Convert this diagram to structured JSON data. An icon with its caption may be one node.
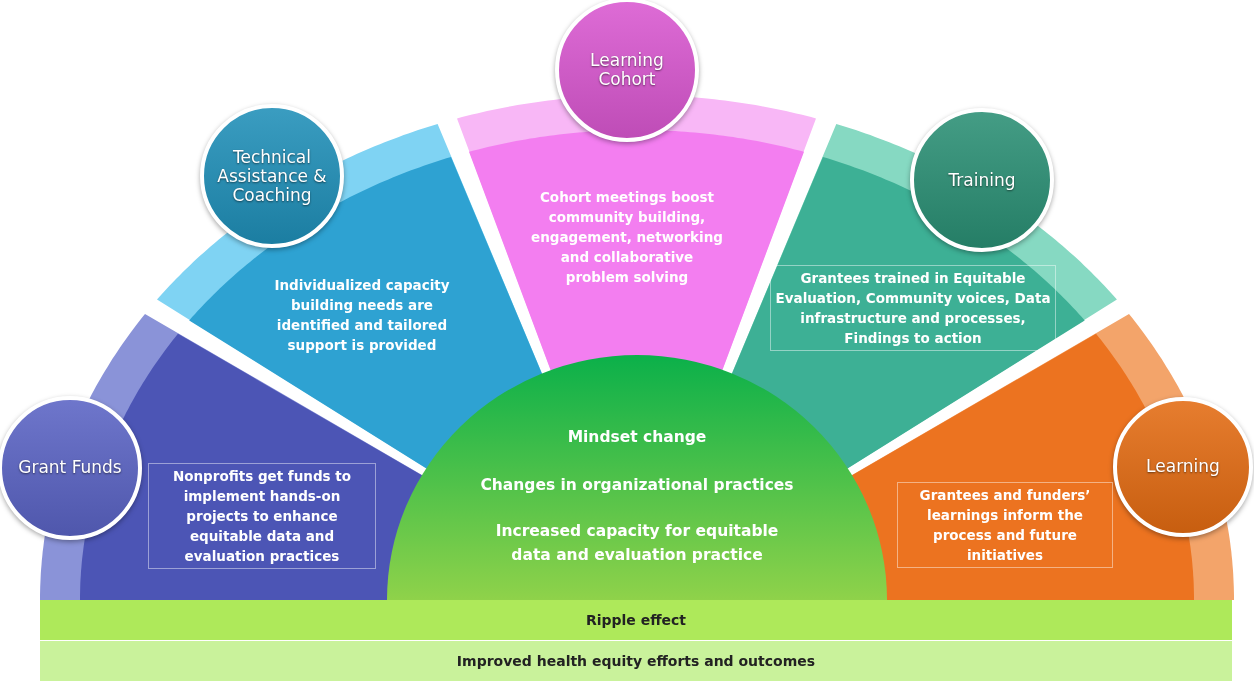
{
  "diagram": {
    "nodes": [
      {
        "text": [
          "Grant Funds",
          "Nonprofits get funds to implement hands-on projects to enhance equitable data and evaluation practices"
        ]
      },
      {
        "text": [
          "Technical Assistance & Coaching",
          "Individualized capacity building needs are identified and tailored support is provided"
        ]
      },
      {
        "text": [
          "Learning Cohort",
          "Cohort meetings boost community building, engagement, networking and collaborative problem solving"
        ]
      },
      {
        "text": [
          "Training",
          "Grantees trained in Equitable Evaluation, Community voices, Data infrastructure and processes, Findings to action"
        ]
      },
      {
        "text": [
          "Learning",
          "Grantees and funders’ learnings inform the process and future initiatives"
        ]
      },
      {
        "text": [
          "Mindset change",
          "Changes in organizational practices",
          "Increased capacity for equitable data and evaluation practice"
        ]
      },
      {
        "text": [
          "Ripple effect"
        ]
      },
      {
        "text": [
          "Improved health equity efforts and outcomes"
        ]
      }
    ],
    "edges": []
  }
}
